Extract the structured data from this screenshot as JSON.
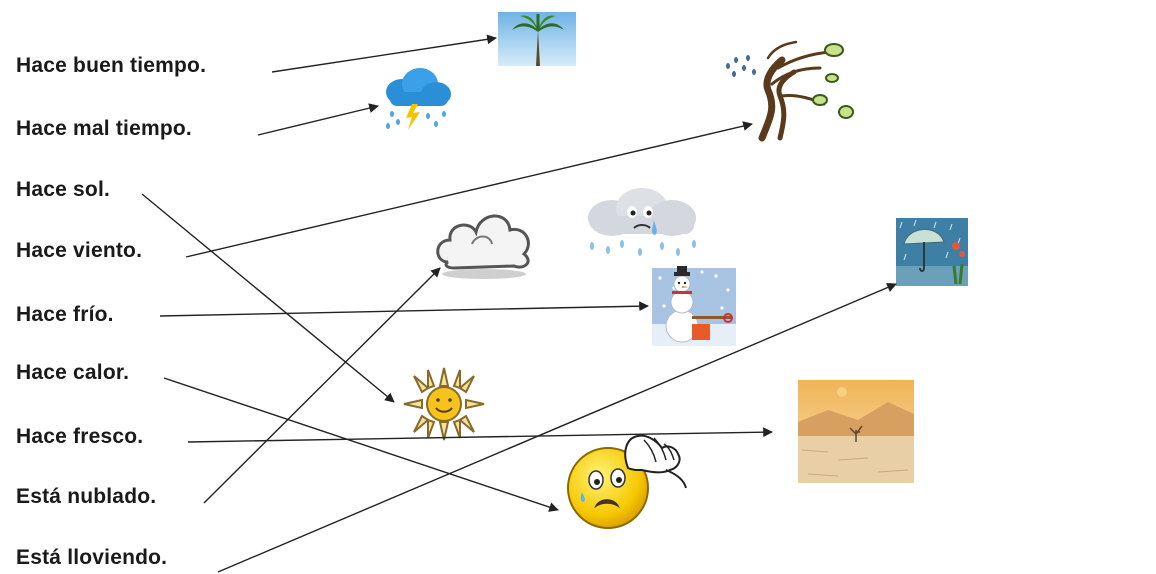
{
  "phrases": [
    "Hace buen tiempo.",
    "Hace mal tiempo.",
    "Hace sol.",
    "Hace viento.",
    "Hace frío.",
    "Hace calor.",
    "Hace fresco.",
    "Está nublado.",
    "Está lloviendo."
  ],
  "pictures": [
    {
      "icon": "palm-tree-icon"
    },
    {
      "icon": "storm-cloud-icon"
    },
    {
      "icon": "windy-tree-icon"
    },
    {
      "icon": "cloud-icon"
    },
    {
      "icon": "sad-rain-cloud-icon"
    },
    {
      "icon": "snowman-icon"
    },
    {
      "icon": "umbrella-rain-icon"
    },
    {
      "icon": "sun-icon"
    },
    {
      "icon": "desert-icon"
    },
    {
      "icon": "hot-face-icon"
    }
  ],
  "matches": [
    {
      "phrase": "Hace buen tiempo.",
      "picture": "palm-tree-icon"
    },
    {
      "phrase": "Hace mal tiempo.",
      "picture": "storm-cloud-icon"
    },
    {
      "phrase": "Hace sol.",
      "picture": "sun-icon"
    },
    {
      "phrase": "Hace viento.",
      "picture": "windy-tree-icon"
    },
    {
      "phrase": "Hace frío.",
      "picture": "snowman-icon"
    },
    {
      "phrase": "Hace calor.",
      "picture": "hot-face-icon"
    },
    {
      "phrase": "Hace fresco.",
      "picture": "desert-icon"
    },
    {
      "phrase": "Está nublado.",
      "picture": "cloud-icon"
    },
    {
      "phrase": "Está lloviendo.",
      "picture": "umbrella-rain-icon"
    }
  ],
  "colors": {
    "text": "#1a1a1a",
    "line": "#222222",
    "sky": "#9cc9ea",
    "sun": "#f6c21c",
    "desert": "#e8b86a"
  }
}
